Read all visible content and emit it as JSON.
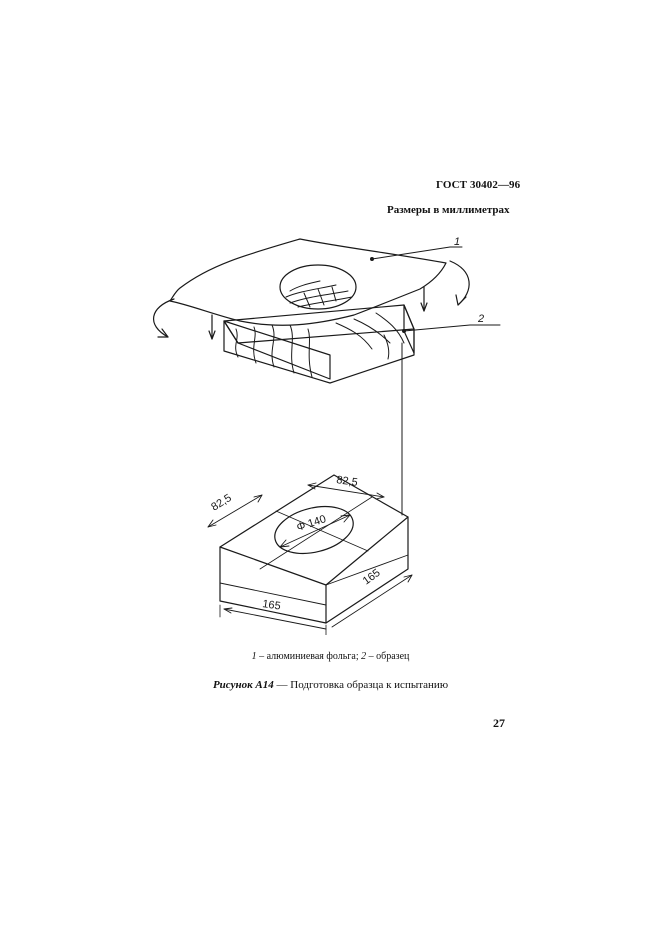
{
  "header": {
    "standard_code": "ГОСТ 30402—96"
  },
  "units_note": "Размеры в миллиметрах",
  "figure": {
    "callout_1": "1",
    "callout_2": "2",
    "dimensions": {
      "depth_half": "82,5",
      "width_half": "82,5",
      "diameter": "Φ 140",
      "length": "165",
      "width": "165"
    }
  },
  "legend": {
    "item1_number": "1",
    "item1_text": " – алюминиевая фольга; ",
    "item2_number": "2",
    "item2_text": " – образец"
  },
  "caption": {
    "label": "Рисунок А14",
    "separator": " — ",
    "text": "Подготовка образца к испытанию"
  },
  "page_number": "27"
}
